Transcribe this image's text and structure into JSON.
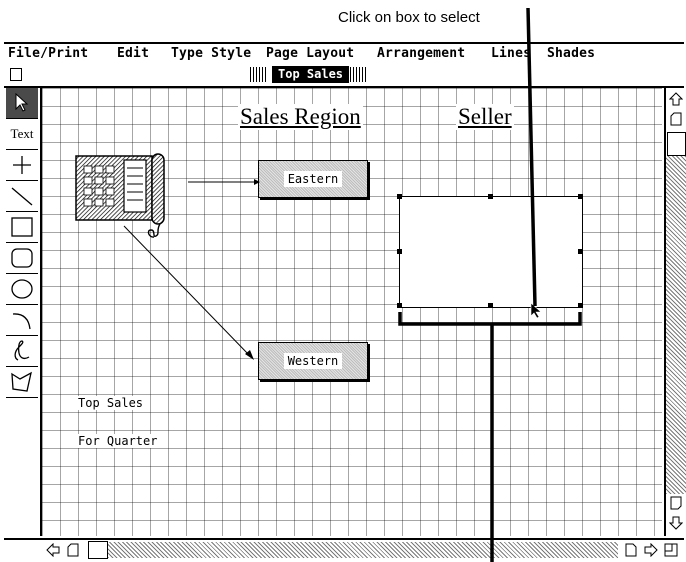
{
  "callout": {
    "top_text": "Click on box to select"
  },
  "menu": {
    "items": [
      "File/Print",
      "Edit",
      "Type Style",
      "Page Layout",
      "Arrangement",
      "Lines",
      "Shades"
    ]
  },
  "window": {
    "title": "Top Sales"
  },
  "palette": {
    "tools": [
      "pointer-tool",
      "text-tool",
      "cross-tool",
      "line-tool",
      "rectangle-tool",
      "rounded-rectangle-tool",
      "oval-tool",
      "arc-tool",
      "freehand-tool",
      "polygon-tool"
    ],
    "text_tool_label": "Text"
  },
  "canvas": {
    "heading_region": "Sales Region",
    "heading_seller": "Seller",
    "box_eastern": "Eastern",
    "box_western": "Western",
    "label_top_sales": "Top Sales",
    "label_for_quarter": "For Quarter"
  }
}
